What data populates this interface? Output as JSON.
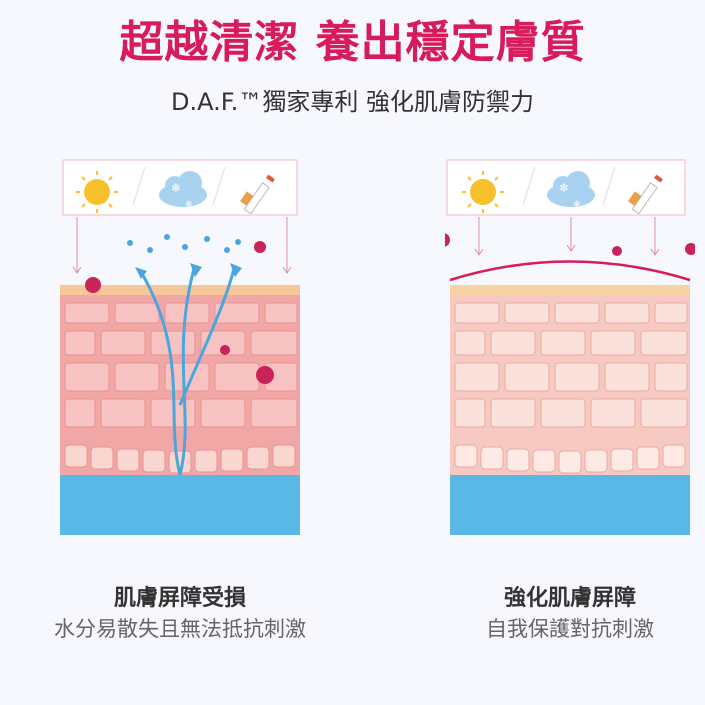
{
  "header": {
    "title": "超越清潔  養出穩定膚質",
    "subtitle": "D.A.F.™獨家專利  強化肌膚防禦力"
  },
  "panels": [
    {
      "state": "damaged",
      "caption_title": "肌膚屏障受損",
      "caption_sub": "水分易散失且無法抵抗刺激",
      "icons": [
        "sun-icon",
        "cold-cloud-icon",
        "cigarette-icon"
      ]
    },
    {
      "state": "strengthened",
      "caption_title": "強化肌膚屏障",
      "caption_sub": "自我保護對抗刺激",
      "icons": [
        "sun-icon",
        "cold-cloud-icon",
        "cigarette-icon"
      ]
    }
  ],
  "colors": {
    "accent": "#d81b5a",
    "skin_damaged": "#f2a7a7",
    "skin_healthy": "#f6c9c3",
    "water": "#5ab8e6",
    "bacteria": "#c8245a"
  }
}
